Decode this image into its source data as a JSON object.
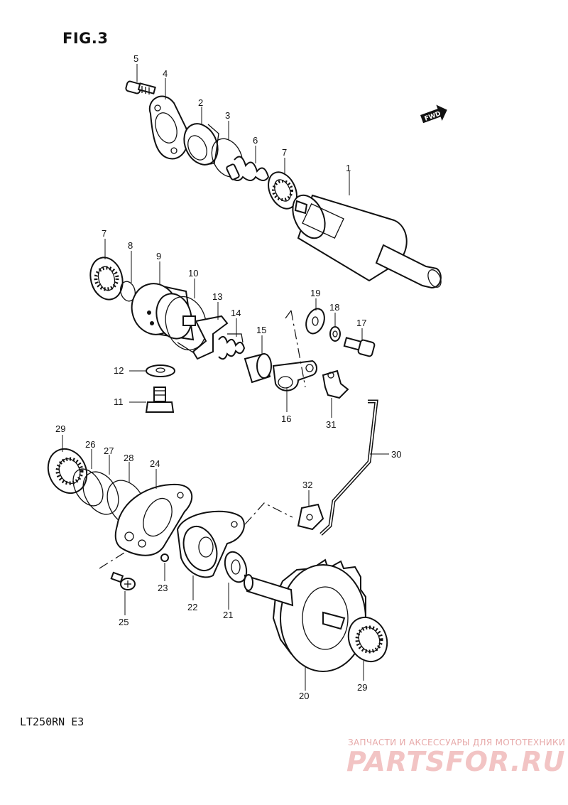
{
  "figure_label": "FIG.3",
  "model_code": "LT250RN E3",
  "direction_tag": "FWD",
  "watermark": {
    "caption": "ЗАПЧАСТИ И АКСЕССУАРЫ ДЛЯ МОТОТЕХНИКИ",
    "logo": "PARTSFOR.RU"
  },
  "callouts": [
    "1",
    "2",
    "3",
    "4",
    "5",
    "6",
    "7",
    "7",
    "8",
    "9",
    "10",
    "11",
    "12",
    "13",
    "14",
    "15",
    "16",
    "17",
    "18",
    "19",
    "20",
    "21",
    "22",
    "23",
    "24",
    "25",
    "26",
    "27",
    "28",
    "29",
    "29",
    "30",
    "31",
    "32"
  ]
}
